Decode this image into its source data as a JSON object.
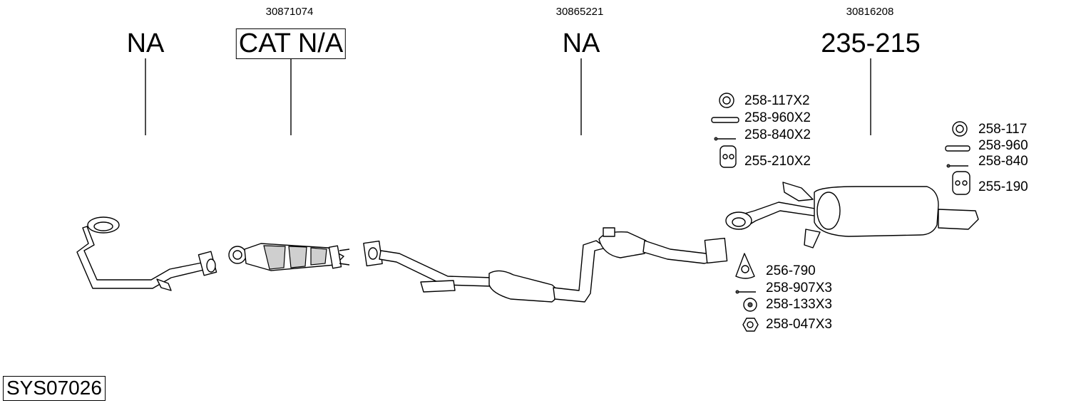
{
  "diagram": {
    "system_code": "SYS07026",
    "sections": [
      {
        "ref": "",
        "label": "NA"
      },
      {
        "ref": "30871074",
        "label": "CAT N/A"
      },
      {
        "ref": "30865221",
        "label": "NA"
      },
      {
        "ref": "30816208",
        "label": "235-215"
      }
    ],
    "fittings": {
      "middle_group": [
        "258-117X2",
        "258-960X2",
        "258-840X2",
        "255-210X2"
      ],
      "rear_group": [
        "258-117",
        "258-960",
        "258-840",
        "255-190"
      ],
      "flange_group": [
        "256-790",
        "258-907X3",
        "258-133X3",
        "258-047X3"
      ]
    },
    "icons": {
      "ring": "gasket-ring-icon",
      "sleeve": "clamp-sleeve-icon",
      "bolt": "bolt-icon",
      "hanger": "rubber-hanger-icon",
      "flange_gasket": "flange-gasket-icon",
      "washer": "washer-icon",
      "nut": "nut-icon"
    }
  }
}
